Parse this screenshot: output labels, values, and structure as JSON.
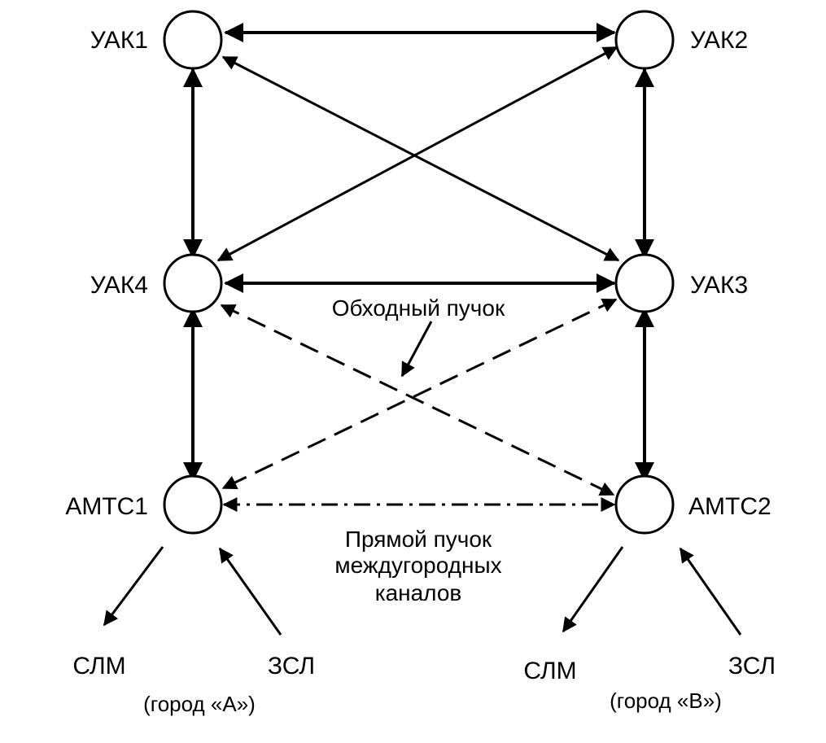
{
  "colors": {
    "ink": "#000000",
    "background": "#ffffff"
  },
  "nodes": {
    "uak1": "УАК1",
    "uak2": "УАК2",
    "uak3": "УАК3",
    "uak4": "УАК4",
    "amts1": "АМТС1",
    "amts2": "АМТС2"
  },
  "annotations": {
    "bypass": "Обходный пучок",
    "direct_line1": "Прямой пучок",
    "direct_line2": "междугородных",
    "direct_line3": "каналов"
  },
  "city_a": {
    "slm": "СЛМ",
    "zsl": "ЗСЛ",
    "city": "(город «А»)"
  },
  "city_b": {
    "slm": "СЛМ",
    "zsl": "ЗСЛ",
    "city": "(город «В»)"
  },
  "edges": [
    {
      "from": "uak1",
      "to": "uak2",
      "style": "solid",
      "direction": "both"
    },
    {
      "from": "uak1",
      "to": "uak4",
      "style": "solid",
      "direction": "both"
    },
    {
      "from": "uak2",
      "to": "uak3",
      "style": "solid",
      "direction": "both"
    },
    {
      "from": "uak4",
      "to": "uak3",
      "style": "solid",
      "direction": "both"
    },
    {
      "from": "uak1",
      "to": "uak3",
      "style": "solid",
      "direction": "both"
    },
    {
      "from": "uak2",
      "to": "uak4",
      "style": "solid",
      "direction": "both"
    },
    {
      "from": "uak4",
      "to": "amts1",
      "style": "solid",
      "direction": "both"
    },
    {
      "from": "uak3",
      "to": "amts2",
      "style": "solid",
      "direction": "both"
    },
    {
      "from": "uak4",
      "to": "amts2",
      "style": "dashed",
      "direction": "both"
    },
    {
      "from": "uak3",
      "to": "amts1",
      "style": "dashed",
      "direction": "both"
    },
    {
      "from": "amts1",
      "to": "amts2",
      "style": "dash-dot",
      "direction": "both"
    }
  ]
}
